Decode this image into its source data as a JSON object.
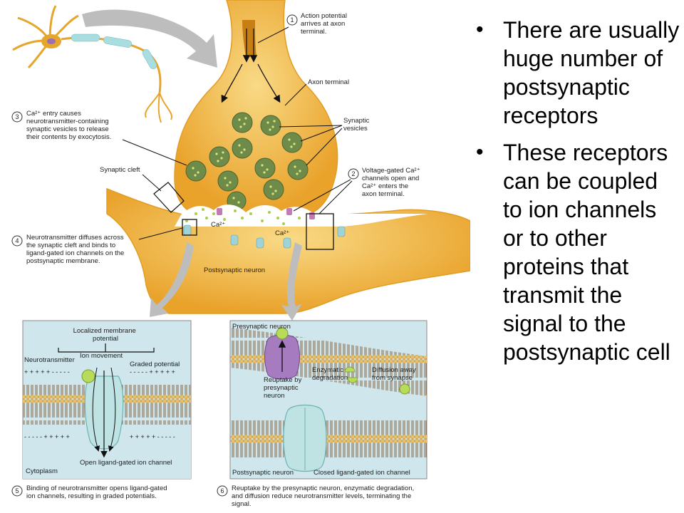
{
  "steps": [
    {
      "num": "1",
      "lines": [
        "Action potential",
        "arrives at axon",
        "terminal."
      ]
    },
    {
      "num": "2",
      "lines": [
        "Voltage-gated Ca²⁺",
        "channels open and",
        "Ca²⁺ enters the",
        "axon terminal."
      ]
    },
    {
      "num": "3",
      "lines": [
        "Ca²⁺ entry causes",
        "neurotransmitter-containing",
        "synaptic vesicles to release",
        "their contents by exocytosis."
      ]
    },
    {
      "num": "4",
      "lines": [
        "Neurotransmitter diffuses across",
        "the synaptic cleft and binds to",
        "ligand-gated ion channels on the",
        "postsynaptic membrane."
      ]
    },
    {
      "num": "5",
      "lines": [
        "Binding of neurotransmitter opens ligand-gated",
        "ion channels, resulting in graded potentials."
      ]
    },
    {
      "num": "6",
      "lines": [
        "Reuptake by the presynaptic neuron, enzymatic degradation,",
        "and diffusion reduce neurotransmitter levels, terminating the",
        "signal."
      ]
    }
  ],
  "labels": {
    "axon_terminal": "Axon terminal",
    "synaptic_vesicles": [
      "Synaptic",
      "vesicles"
    ],
    "synaptic_cleft": "Synaptic cleft",
    "ca_left": "Ca²⁺",
    "ca_right": "Ca²⁺",
    "postsynaptic_neuron": "Postsynaptic neuron"
  },
  "panel_left": {
    "localized": [
      "Localized membrane",
      "potential"
    ],
    "neurotransmitter": "Neurotransmitter",
    "ion_movement": "Ion movement",
    "graded_potential": "Graded potential",
    "charges_top_left": "+ + + + + - - - - -",
    "charges_top_right": "- - - - - + + + + +",
    "charges_bottom_left": "- - - - - + + + + +",
    "charges_bottom_right": "+ + + + + - - - - -",
    "open_channel": "Open ligand-gated ion channel",
    "cytoplasm": "Cytoplasm"
  },
  "panel_right": {
    "presynaptic_neuron": "Presynaptic neuron",
    "reuptake": [
      "Reuptake by",
      "presynaptic",
      "neuron"
    ],
    "enzymatic": [
      "Enzymatic",
      "degradation"
    ],
    "diffusion": [
      "Diffusion away",
      "from synapse"
    ],
    "postsynaptic_neuron": "Postsynaptic neuron",
    "closed_channel": "Closed ligand-gated ion channel"
  },
  "bullets": [
    "There are usually huge number of postsynaptic receptors",
    "These receptors can be coupled to ion channels or to other proteins that transmit the signal to the postsynaptic cell"
  ],
  "colors": {
    "neuron_fill": "#F2B437",
    "neuron_light": "#F8D27A",
    "vesicle": "#6E8B4A",
    "vesicle_dot": "#D6E77A",
    "cleft": "#FFFFFF",
    "channel": "#BFE3E3",
    "membrane_head": "#E9C06A",
    "membrane_tail": "#8A5A2E",
    "panel_bg": "#CFE6EC",
    "arrow_gray": "#B8B8B8"
  }
}
